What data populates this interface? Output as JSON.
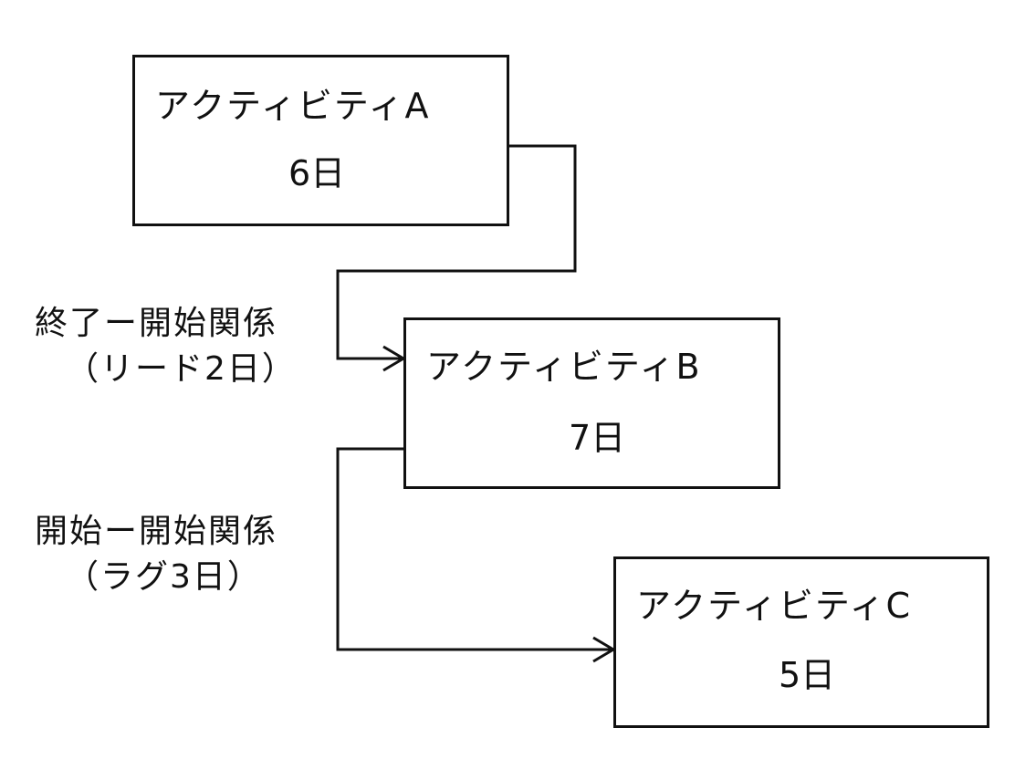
{
  "activities": {
    "a": {
      "name": "アクティビティA",
      "duration": "6日"
    },
    "b": {
      "name": "アクティビティB",
      "duration": "7日"
    },
    "c": {
      "name": "アクティビティC",
      "duration": "5日"
    }
  },
  "relationships": {
    "ab": {
      "type": "終了ー開始関係",
      "detail": "（リード2日）"
    },
    "bc": {
      "type": "開始ー開始関係",
      "detail": "（ラグ3日）"
    }
  }
}
